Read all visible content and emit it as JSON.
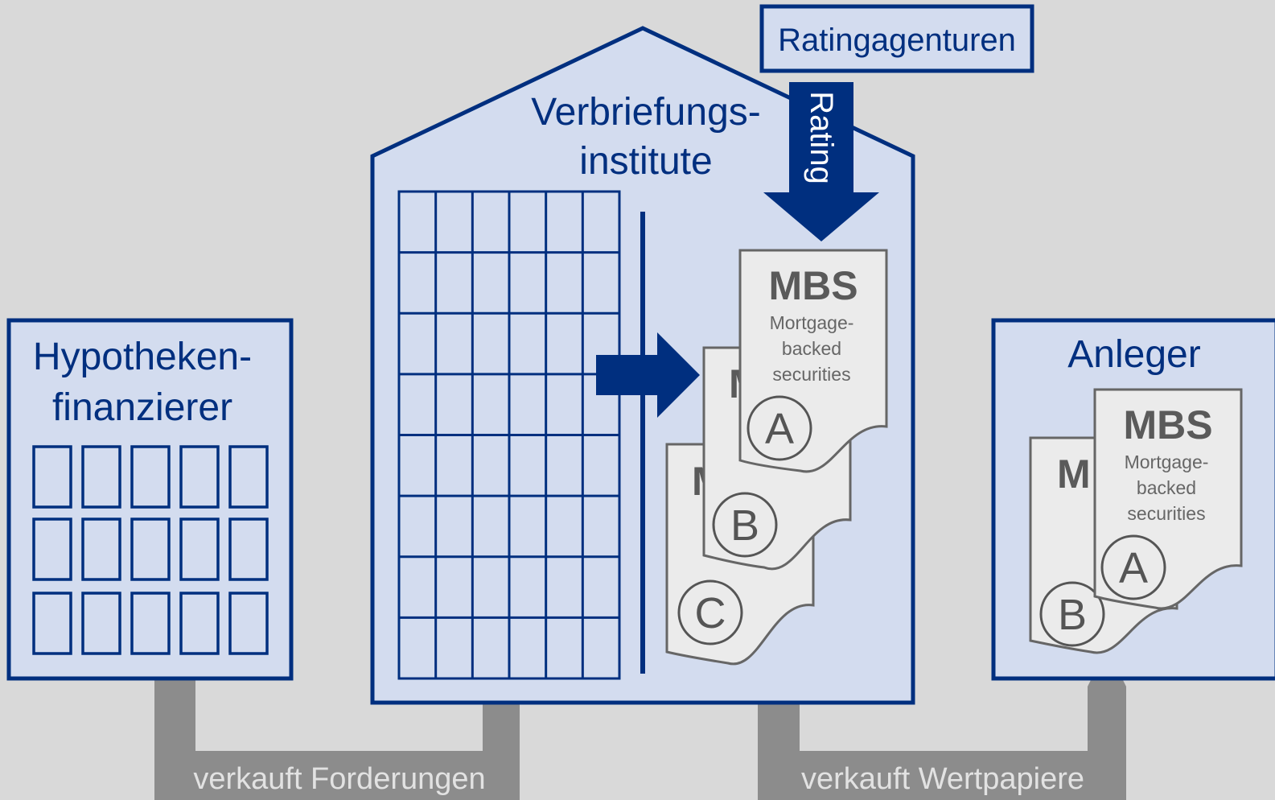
{
  "diagram": {
    "nodes": {
      "hypotheken": {
        "line1": "Hypotheken-",
        "line2": "finanzierer"
      },
      "verbriefung": {
        "line1": "Verbriefungs-",
        "line2": "institute"
      },
      "anleger": {
        "label": "Anleger"
      },
      "ratingagenturen": {
        "label": "Ratingagenturen"
      }
    },
    "arrows": {
      "rating": "Rating",
      "verkauft_forderungen": "verkauft Forderungen",
      "verkauft_wertpapiere": "verkauft Wertpapiere"
    },
    "security": {
      "title": "MBS",
      "title_partial": "M",
      "subtitle_line1": "Mortgage-",
      "subtitle_line2": "backed",
      "subtitle_line3": "securities"
    },
    "tranches": [
      "A",
      "B",
      "C"
    ]
  },
  "colors": {
    "background": "#d9d9d9",
    "box_fill": "#d3dcef",
    "navy": "#002f7f",
    "arrow_grey": "#8c8c8c",
    "doc_fill": "#ebebeb",
    "doc_stroke": "#666666"
  }
}
